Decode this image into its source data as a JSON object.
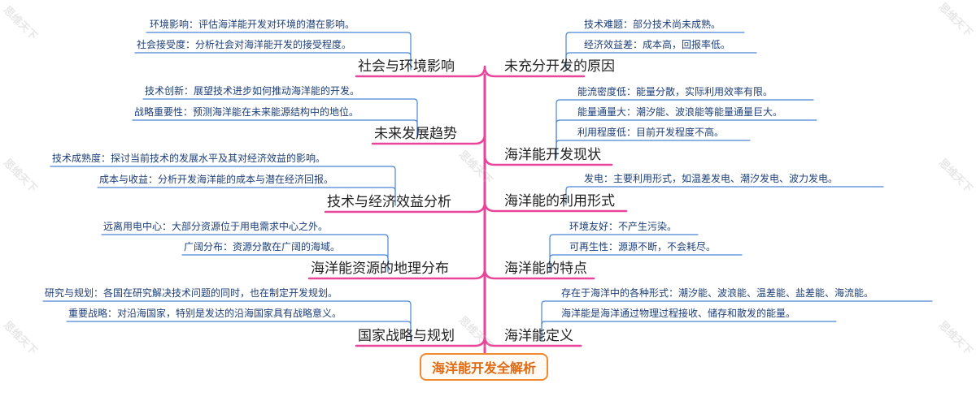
{
  "root": {
    "title": "海洋能开发全解析"
  },
  "watermark": "思维天下",
  "colors": {
    "trunk": "#e8459a",
    "leaf_line": "#4b85d6",
    "root_border": "#f08b34",
    "root_text": "#e06a12"
  },
  "branches": {
    "left": [
      {
        "title": "社会与环境影响",
        "items": [
          "环境影响：评估海洋能开发对环境的潜在影响。",
          "社会接受度：分析社会对海洋能开发的接受程度。"
        ]
      },
      {
        "title": "未来发展趋势",
        "items": [
          "技术创新：展望技术进步如何推动海洋能的开发。",
          "战略重要性：预测海洋能在未来能源结构中的地位。"
        ]
      },
      {
        "title": "技术与经济效益分析",
        "items": [
          "技术成熟度：探讨当前技术的发展水平及其对经济效益的影响。",
          "成本与收益：分析开发海洋能的成本与潜在经济回报。"
        ]
      },
      {
        "title": "海洋能资源的地理分布",
        "items": [
          "远离用电中心：大部分资源位于用电需求中心之外。",
          "广阔分布：资源分散在广阔的海域。"
        ]
      },
      {
        "title": "国家战略与规划",
        "items": [
          "研究与规划：各国在研究解决技术问题的同时，也在制定开发规划。",
          "重要战略：对沿海国家，特别是发达的沿海国家具有战略意义。"
        ]
      }
    ],
    "right": [
      {
        "title": "未充分开发的原因",
        "items": [
          "技术难题：部分技术尚未成熟。",
          "经济效益差：成本高，回报率低。"
        ]
      },
      {
        "title": "海洋能开发现状",
        "items": [
          "能流密度低：能量分散，实际利用效率有限。",
          "能量通量大：潮汐能、波浪能等能量通量巨大。",
          "利用程度低：目前开发程度不高。"
        ]
      },
      {
        "title": "海洋能的利用形式",
        "items": [
          "发电：主要利用形式，如温差发电、潮汐发电、波力发电。"
        ]
      },
      {
        "title": "海洋能的特点",
        "items": [
          "环境友好：不产生污染。",
          "可再生性：源源不断，不会耗尽。"
        ]
      },
      {
        "title": "海洋能定义",
        "items": [
          "存在于海洋中的各种形式：潮汐能、波浪能、温差能、盐差能、海流能。",
          "海洋能是海洋通过物理过程接收、储存和散发的能量。"
        ]
      }
    ]
  }
}
